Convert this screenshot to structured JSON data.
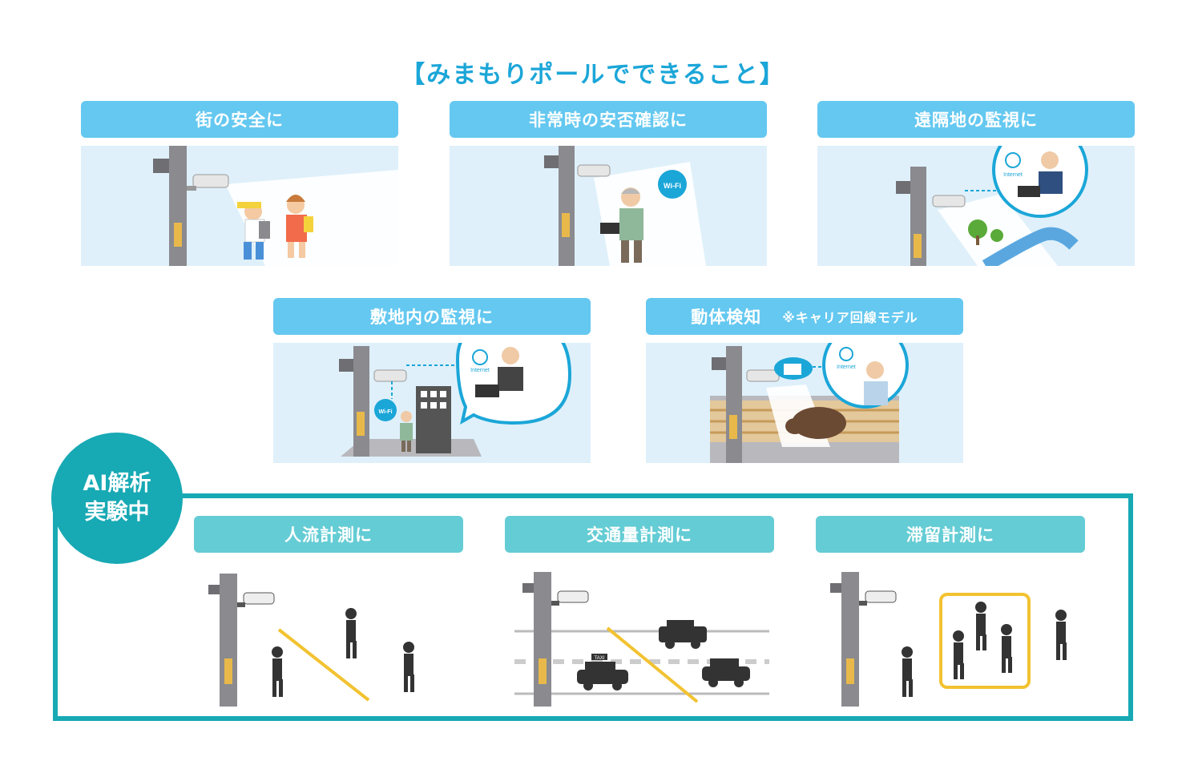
{
  "title": "【みまもりポールでできること】",
  "panels": [
    {
      "label": "街の安全に"
    },
    {
      "label": "非常時の安否確認に"
    },
    {
      "label": "遠隔地の監視に"
    },
    {
      "label": "敷地内の監視に"
    },
    {
      "label": "動体検知",
      "note": "※キャリア回線モデル"
    }
  ],
  "icons": {
    "wifi": "Wi-Fi",
    "internet": "Internet",
    "taxi": "TAXI"
  },
  "ai_section": {
    "badge_line1": "AI解析",
    "badge_line2": "実験中",
    "items": [
      {
        "label": "人流計測に"
      },
      {
        "label": "交通量計測に"
      },
      {
        "label": "滞留計測に"
      }
    ]
  },
  "colors": {
    "accent_blue": "#1ba6d8",
    "label_blue": "#64c8f0",
    "label_teal": "#64ccd4",
    "frame_teal": "#17a9b4",
    "panel_bg": "#dff0fa",
    "pole_gray": "#8a8a8f",
    "highlight_yellow": "#f2c230"
  }
}
